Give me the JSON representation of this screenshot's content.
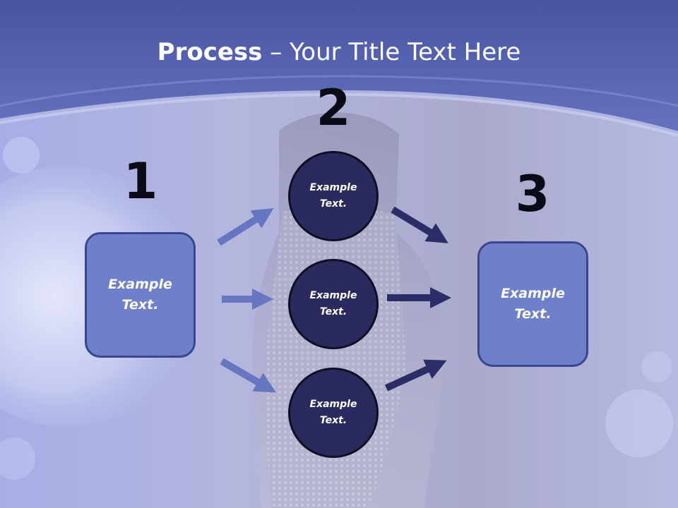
{
  "title": {
    "bold": "Process",
    "dash": " – ",
    "rest": "Your Title Text Here"
  },
  "steps": {
    "one": {
      "number": "1",
      "text_line1": "Example",
      "text_line2": "Text."
    },
    "two": {
      "number": "2",
      "circles": [
        {
          "text_line1": "Example",
          "text_line2": "Text."
        },
        {
          "text_line1": "Example",
          "text_line2": "Text."
        },
        {
          "text_line1": "Example",
          "text_line2": "Text."
        }
      ]
    },
    "three": {
      "number": "3",
      "text_line1": "Example",
      "text_line2": "Text."
    }
  },
  "colors": {
    "header": "#5a67b4",
    "body_background": "#a9aee0",
    "box_fill": "#6e80c9",
    "circle_fill": "#2a2a5e",
    "arrow_light": "#6676c0",
    "arrow_dark": "#2b2d66",
    "number_color": "#0b0b18"
  }
}
